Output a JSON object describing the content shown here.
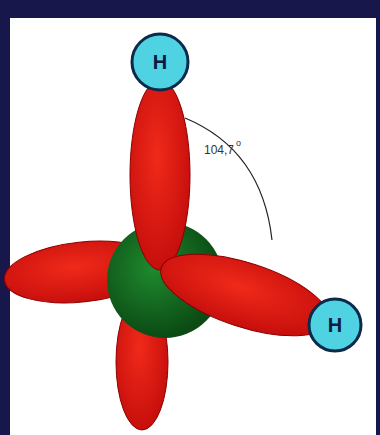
{
  "diagram": {
    "nodes": [
      {
        "text": [
          "H"
        ]
      },
      {
        "text": [
          "H"
        ]
      }
    ],
    "labels": [
      "104,7",
      "o"
    ]
  }
}
